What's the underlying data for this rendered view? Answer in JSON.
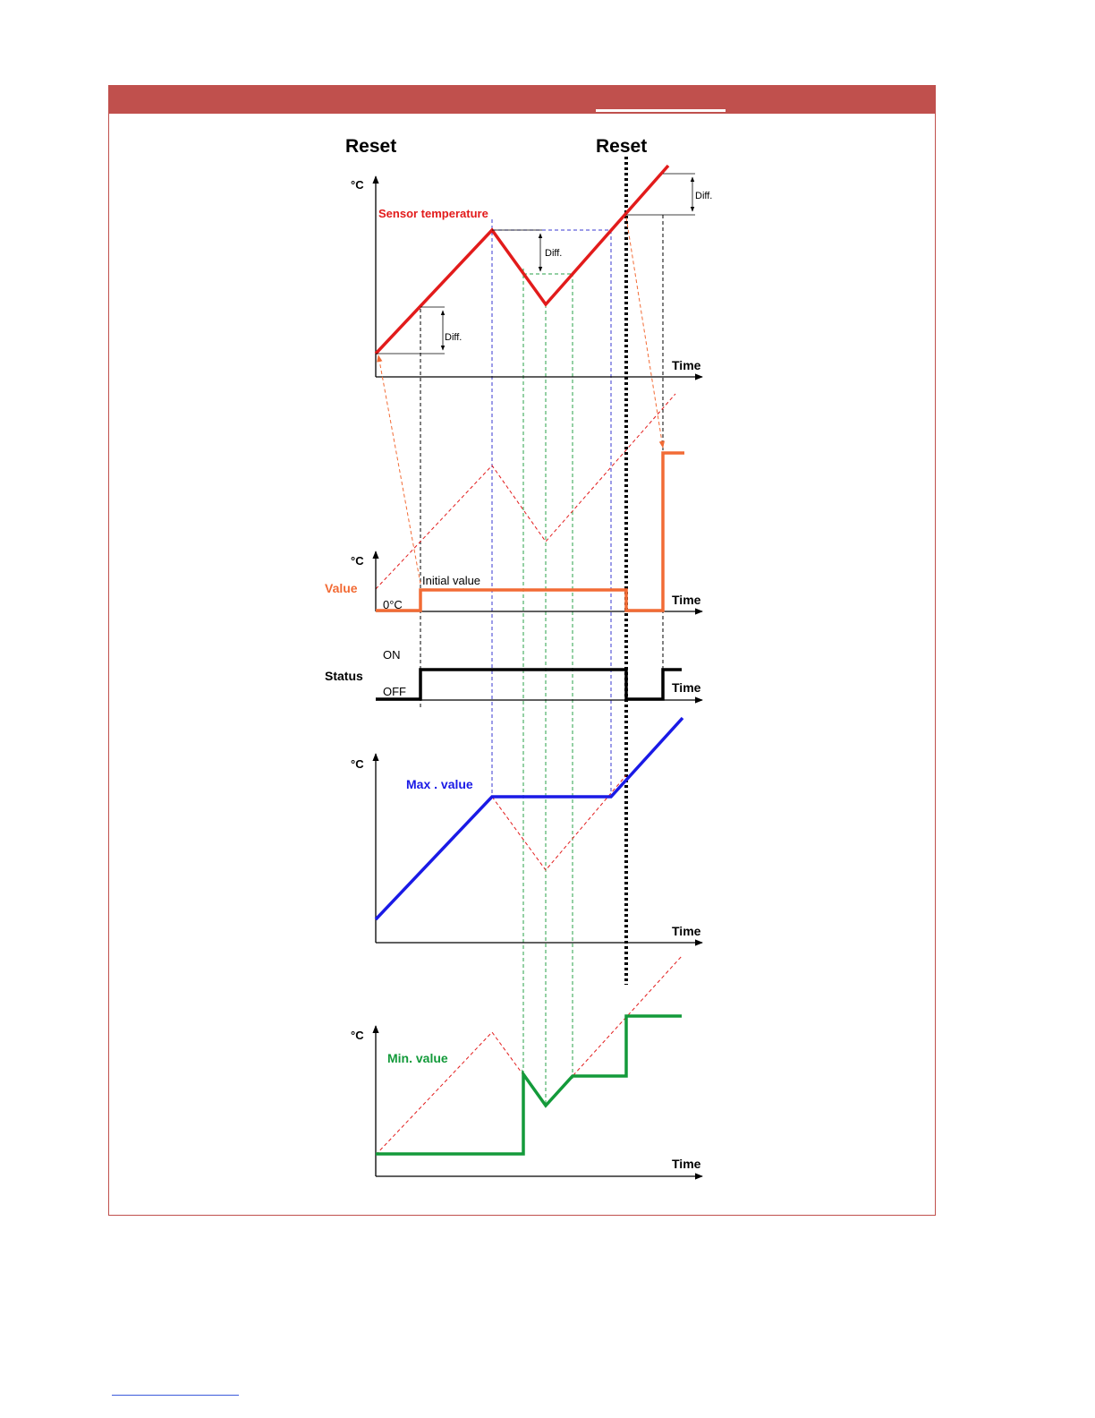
{
  "labels": {
    "reset_left": "Reset",
    "reset_right": "Reset",
    "degC": "°C",
    "time": "Time",
    "diff": "Diff.",
    "sensor_temperature": "Sensor temperature",
    "value": "Value",
    "initial_value": "Initial value",
    "zero_c": "0°C",
    "status": "Status",
    "on": "ON",
    "off": "OFF",
    "max_value": "Max . value",
    "min_value": "Min. value"
  },
  "colors": {
    "header": "#c0504d",
    "sensor": "#e21b1b",
    "value": "#f26b35",
    "status": "#000000",
    "max": "#1a1ae6",
    "min": "#139a3a",
    "blue_guide": "#3a3ad0",
    "green_guide": "#2aa24a"
  }
}
